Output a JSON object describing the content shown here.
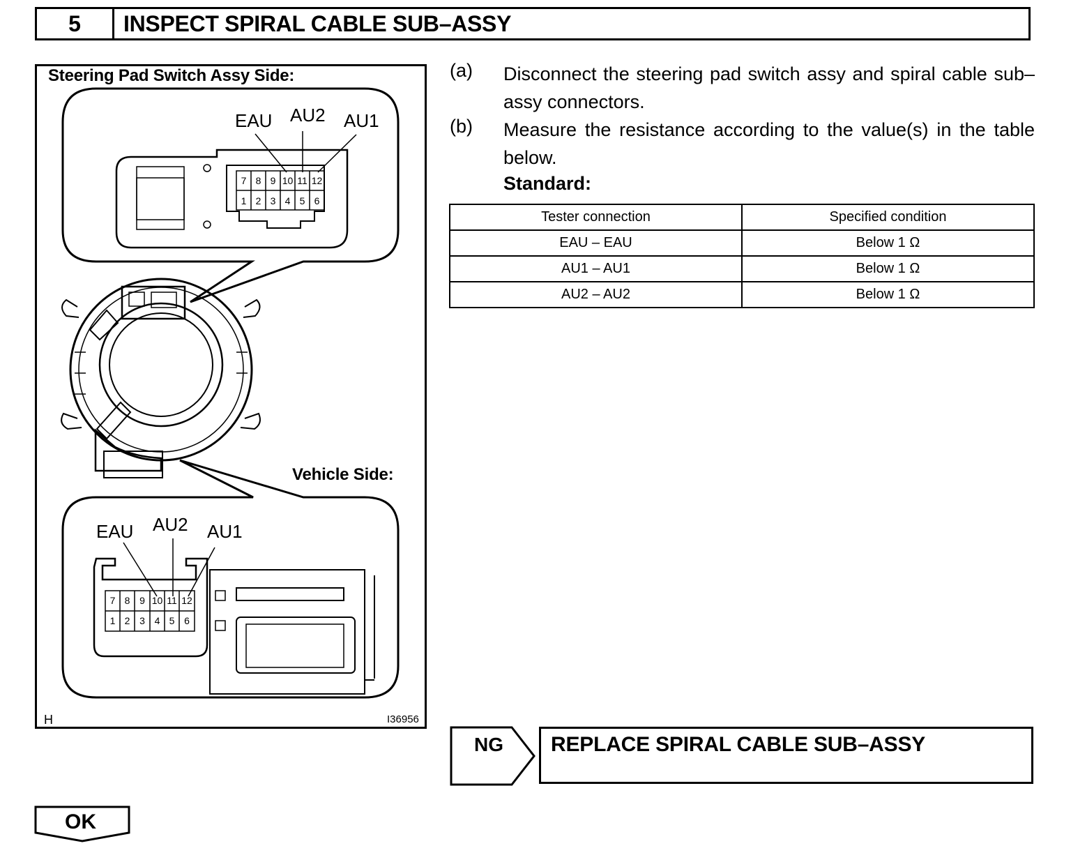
{
  "header": {
    "step_number": "5",
    "title": "INSPECT SPIRAL CABLE SUB–ASSY"
  },
  "figure": {
    "top_label": "Steering Pad Switch Assy Side:",
    "bottom_label": "Vehicle Side:",
    "top_pin_labels": [
      "EAU",
      "AU2",
      "AU1"
    ],
    "bottom_pin_labels": [
      "EAU",
      "AU2",
      "AU1"
    ],
    "connector_top_row": [
      "7",
      "8",
      "9",
      "10",
      "11",
      "12"
    ],
    "connector_bottom_row": [
      "1",
      "2",
      "3",
      "4",
      "5",
      "6"
    ],
    "corner_letter": "H",
    "figure_code": "I36956"
  },
  "instructions": [
    {
      "letter": "(a)",
      "text": "Disconnect the steering pad switch assy and spiral cable sub–assy connectors."
    },
    {
      "letter": "(b)",
      "text": "Measure the resistance according to the value(s) in the table below."
    }
  ],
  "standard_label": "Standard:",
  "table": {
    "headers": [
      "Tester connection",
      "Specified condition"
    ],
    "rows": [
      [
        "EAU – EAU",
        "Below 1 Ω"
      ],
      [
        "AU1 – AU1",
        "Below 1 Ω"
      ],
      [
        "AU2 – AU2",
        "Below 1 Ω"
      ]
    ]
  },
  "result_ng": {
    "label": "NG",
    "action": "REPLACE SPIRAL CABLE SUB–ASSY"
  },
  "result_ok": {
    "label": "OK"
  }
}
